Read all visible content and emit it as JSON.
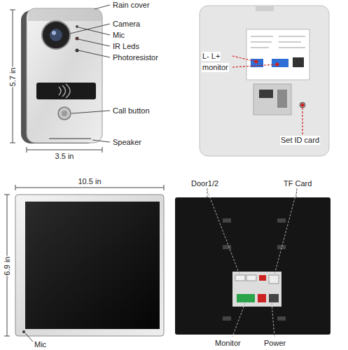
{
  "diagram": {
    "labels": [
      "Rain cover",
      "Camera",
      "Mic",
      "IR Leds",
      "Photoresistor",
      "Call button",
      "Speaker",
      "5.7 in",
      "3.5 in",
      "L- L+",
      "monitor",
      "Set ID card",
      "10.5 in",
      "6.9 in",
      "Mic",
      "Door1/2",
      "TF Card",
      "Monitor",
      "Power"
    ]
  }
}
